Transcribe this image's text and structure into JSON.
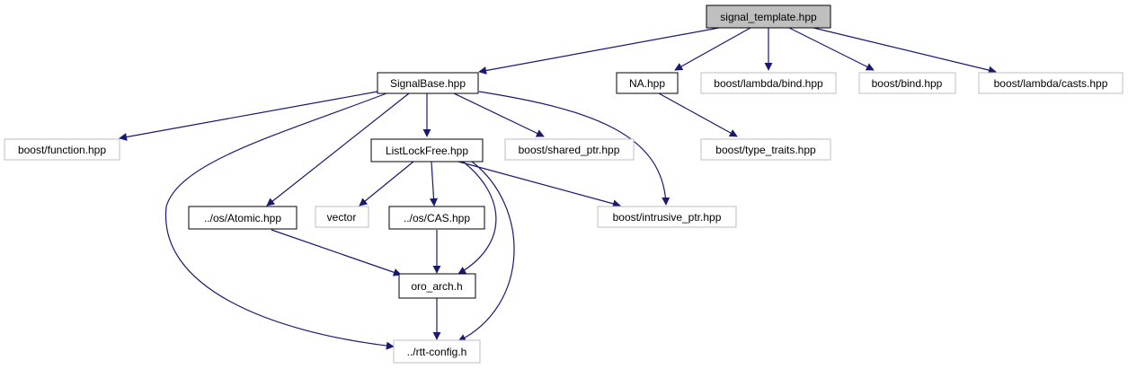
{
  "colors": {
    "edge": "#191970",
    "primary_node_fill": "#bfbfbf",
    "local_node_border": "#000000",
    "external_node_border": "#bfbfbf"
  },
  "nodes": {
    "signal_template": "signal_template.hpp",
    "signalbase": "SignalBase.hpp",
    "na": "NA.hpp",
    "lambda_bind": "boost/lambda/bind.hpp",
    "boost_bind": "boost/bind.hpp",
    "lambda_casts": "boost/lambda/casts.hpp",
    "boost_function": "boost/function.hpp",
    "listlockfree": "ListLockFree.hpp",
    "shared_ptr": "boost/shared_ptr.hpp",
    "type_traits": "boost/type_traits.hpp",
    "os_atomic": "../os/Atomic.hpp",
    "vector": "vector",
    "os_cas": "../os/CAS.hpp",
    "intrusive_ptr": "boost/intrusive_ptr.hpp",
    "oro_arch": "oro_arch.h",
    "rtt_config": "../rtt-config.h"
  }
}
